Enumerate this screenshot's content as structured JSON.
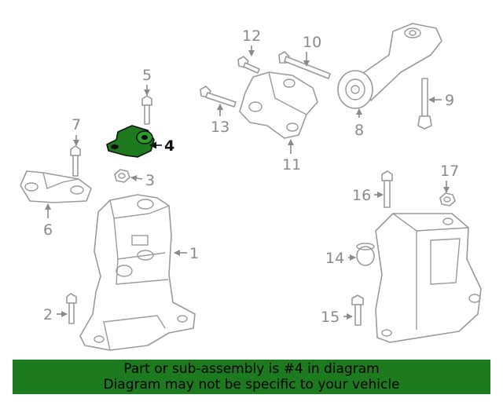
{
  "callouts": {
    "n1": "1",
    "n2": "2",
    "n3": "3",
    "n4": "4",
    "n5": "5",
    "n6": "6",
    "n7": "7",
    "n8": "8",
    "n9": "9",
    "n10": "10",
    "n11": "11",
    "n12": "12",
    "n13": "13",
    "n14": "14",
    "n15": "15",
    "n16": "16",
    "n17": "17"
  },
  "highlight_color": "#1e7a1e",
  "banner": {
    "line1": "Part or sub-assembly is #4 in diagram",
    "line2": "Diagram may not be specific to your vehicle"
  }
}
